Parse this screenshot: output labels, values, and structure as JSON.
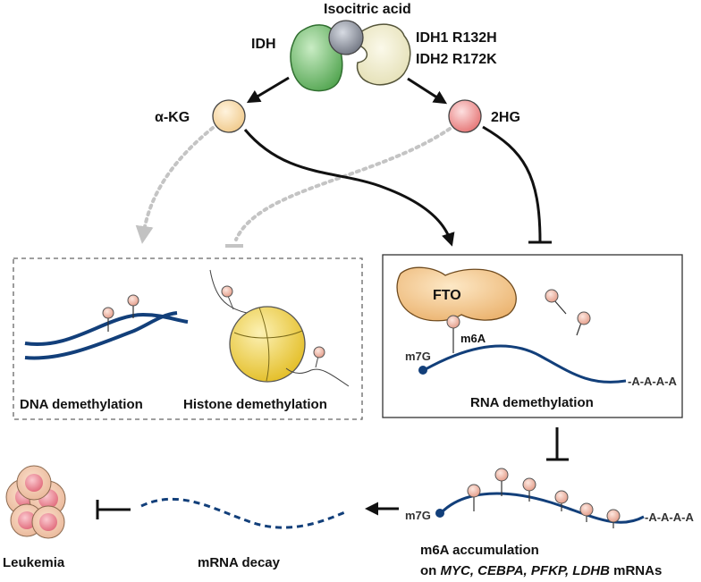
{
  "title": "Isocitric acid",
  "enzymes": {
    "wildtype": "IDH",
    "mutant_line1": "IDH1 R132H",
    "mutant_line2": "IDH2 R172K"
  },
  "metabolites": {
    "akg": "α-KG",
    "twohg": "2HG"
  },
  "boxes": {
    "dna_demethylation": "DNA demethylation",
    "histone_demethylation": "Histone demethylation",
    "rna_demethylation": "RNA demethylation",
    "fto": "FTO",
    "m6a": "m6A",
    "m7g": "m7G",
    "polya": "-A-A-A-A"
  },
  "bottom": {
    "accumulation_line1": "m6A accumulation",
    "accumulation_on": "on ",
    "accumulation_genes": "MYC, CEBPA, PFKP, LDHB",
    "accumulation_suffix": " mRNAs",
    "m7g": "m7G",
    "polya": "-A-A-A-A",
    "mrna_decay": "mRNA decay",
    "leukemia": "Leukemia"
  },
  "colors": {
    "idh_green": "#6cbf6a",
    "mutant_cream": "#f1ecc8",
    "substrate_gray": "#8a8f99",
    "akg_peach": "#f9ddb0",
    "twohg_pink": "#f39a9a",
    "rna_blue": "#123f7a",
    "fto_orange": "#f6c98b",
    "histone_yellow": "#f5dc5a",
    "m6a_pink": "#f2b7a6"
  }
}
